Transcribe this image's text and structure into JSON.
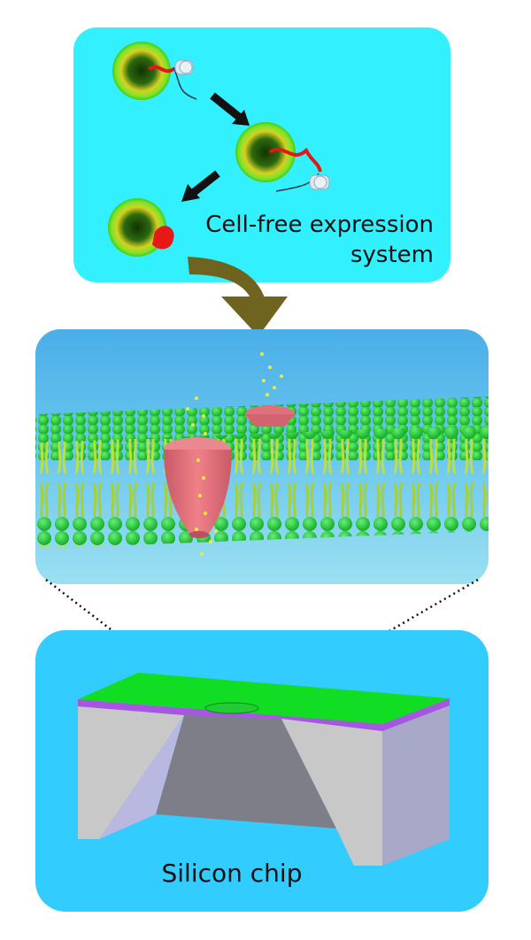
{
  "panels": {
    "cell_free": {
      "label_line1": "Cell-free expression",
      "label_line2": "system",
      "bg": "#33f0ff"
    },
    "membrane": {
      "bg_top": "#4aaee8",
      "bg_bottom": "#9be0f0",
      "lipid_head": "#22cc33",
      "lipid_tail": "#c8e84a",
      "channel": "#e0707a"
    },
    "chip": {
      "label": "Silicon chip",
      "bg": "#33ccff",
      "top_layer": "#11dd22",
      "oxide_layer": "#a855e0",
      "silicon_face": "#c8c8c8",
      "silicon_side": "#a8a8c8"
    }
  }
}
